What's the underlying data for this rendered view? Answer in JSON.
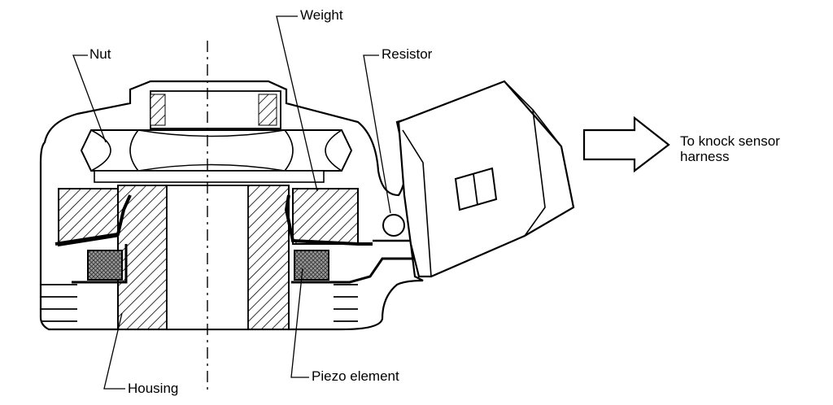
{
  "labels": {
    "weight": "Weight",
    "nut": "Nut",
    "resistor": "Resistor",
    "harness_line1": "To knock sensor",
    "harness_line2": "harness",
    "housing": "Housing",
    "piezo": "Piezo element"
  },
  "colors": {
    "ink": "#000000",
    "paper": "#ffffff",
    "piezo_fill": "#9a9a9a"
  }
}
